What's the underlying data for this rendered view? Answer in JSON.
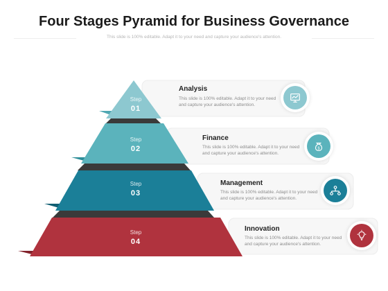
{
  "slide": {
    "title": "Four Stages Pyramid for Business Governance",
    "subtitle": "This slide is 100% editable. Adapt it to your need and capture your audience's attention."
  },
  "stages": [
    {
      "step_label": "Step",
      "number": "01",
      "title": "Analysis",
      "description": "This slide is 100% editable. Adapt it to your need and capture your audience's attention.",
      "color": "#8dc8d0",
      "icon": "chart-screen-icon"
    },
    {
      "step_label": "Step",
      "number": "02",
      "title": "Finance",
      "description": "This slide is 100% editable. Adapt it to your need and capture your audience's attention.",
      "color": "#5bb3bc",
      "icon": "money-bag-icon"
    },
    {
      "step_label": "Step",
      "number": "03",
      "title": "Management",
      "description": "This slide is 100% editable. Adapt it to your need and capture your audience's attention.",
      "color": "#1b7f98",
      "icon": "hierarchy-icon"
    },
    {
      "step_label": "Step",
      "number": "04",
      "title": "Innovation",
      "description": "This slide is 100% editable. Adapt it to your need and capture your audience's attention.",
      "color": "#b0333e",
      "icon": "lightbulb-icon"
    }
  ]
}
